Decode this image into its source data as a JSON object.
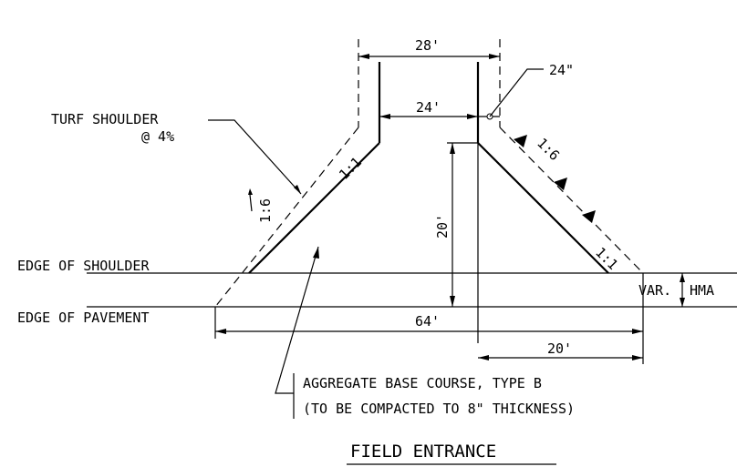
{
  "dimensions": {
    "top_width": "28'",
    "inner_width": "24'",
    "offset": "24\"",
    "depth": "20'",
    "bottom_width": "64'",
    "half_width": "20'"
  },
  "slopes": {
    "left_shoulder": "1:6",
    "left_inner": "1:1",
    "right_shoulder": "1:6",
    "right_inner": "1:1"
  },
  "labels": {
    "turf_shoulder_line1": "TURF SHOULDER",
    "turf_shoulder_line2": "@ 4%",
    "edge_of_shoulder": "EDGE OF SHOULDER",
    "edge_of_pavement": "EDGE OF PAVEMENT",
    "var": "VAR.",
    "hma": "HMA",
    "aggregate_line1": "AGGREGATE BASE COURSE, TYPE B",
    "aggregate_line2": "(TO BE COMPACTED TO 8\" THICKNESS)"
  },
  "title": "FIELD ENTRANCE"
}
